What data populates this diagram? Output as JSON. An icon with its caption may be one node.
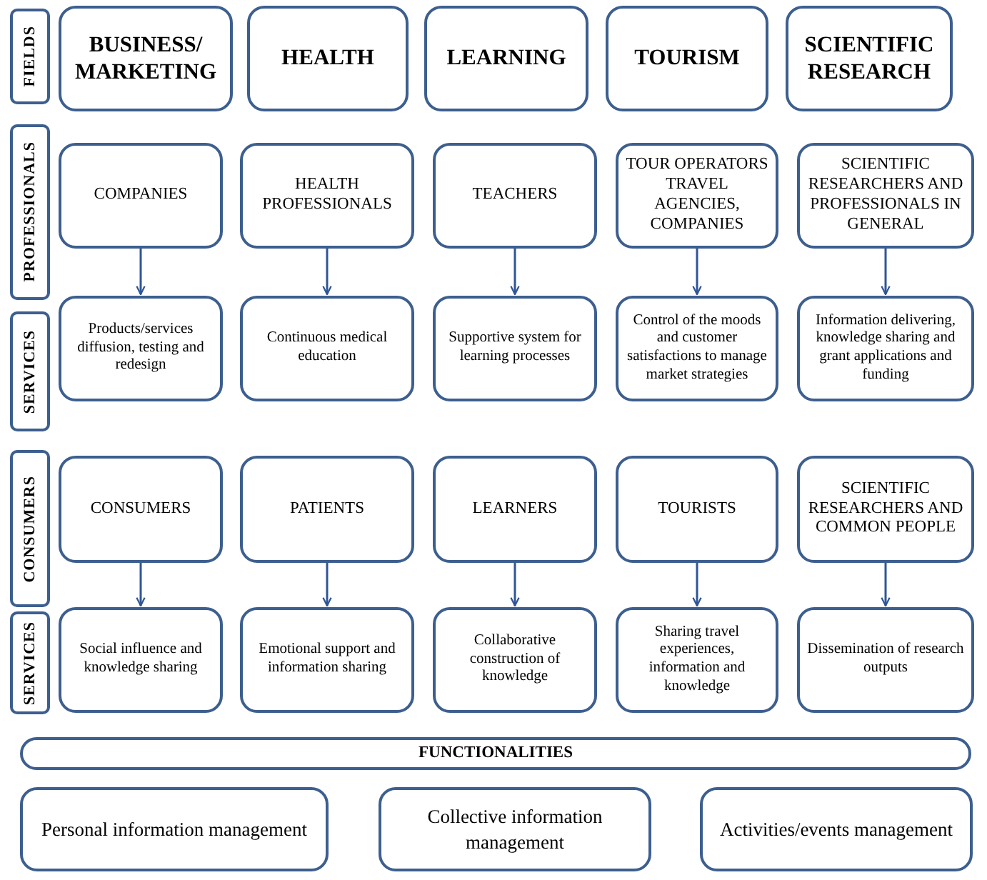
{
  "diagram": {
    "nodes": [
      {
        "text": [
          "FIELDS"
        ]
      },
      {
        "text": [
          "BUSINESS/ MARKETING"
        ]
      },
      {
        "text": [
          "HEALTH"
        ]
      },
      {
        "text": [
          "LEARNING"
        ]
      },
      {
        "text": [
          "TOURISM"
        ]
      },
      {
        "text": [
          "SCIENTIFIC RESEARCH"
        ]
      },
      {
        "text": [
          "PROFESSIONALS"
        ]
      },
      {
        "text": [
          "COMPANIES"
        ]
      },
      {
        "text": [
          "HEALTH PROFESSIONALS"
        ]
      },
      {
        "text": [
          "TEACHERS"
        ]
      },
      {
        "text": [
          "TOUR OPERATORS TRAVEL AGENCIES, COMPANIES"
        ]
      },
      {
        "text": [
          "SCIENTIFIC RESEARCHERS AND PROFESSIONALS IN GENERAL"
        ]
      },
      {
        "text": [
          "SERVICES"
        ]
      },
      {
        "text": [
          "Products/services diffusion, testing and redesign"
        ]
      },
      {
        "text": [
          "Continuous medical education"
        ]
      },
      {
        "text": [
          "Supportive system for learning processes"
        ]
      },
      {
        "text": [
          "Control of the moods and customer satisfactions to manage market strategies"
        ]
      },
      {
        "text": [
          "Information delivering, knowledge sharing and grant applications and funding"
        ]
      },
      {
        "text": [
          "CONSUMERS"
        ]
      },
      {
        "text": [
          "CONSUMERS"
        ]
      },
      {
        "text": [
          "PATIENTS"
        ]
      },
      {
        "text": [
          "LEARNERS"
        ]
      },
      {
        "text": [
          "TOURISTS"
        ]
      },
      {
        "text": [
          "SCIENTIFIC RESEARCHERS AND COMMON PEOPLE"
        ]
      },
      {
        "text": [
          "SERVICES"
        ]
      },
      {
        "text": [
          "Social influence and knowledge sharing"
        ]
      },
      {
        "text": [
          "Emotional support and information sharing"
        ]
      },
      {
        "text": [
          "Collaborative construction of knowledge"
        ]
      },
      {
        "text": [
          "Sharing travel experiences, information and knowledge"
        ]
      },
      {
        "text": [
          "Dissemination of research outputs"
        ]
      },
      {
        "text": [
          "FUNCTIONALITIES"
        ]
      },
      {
        "text": [
          "Personal information management"
        ]
      },
      {
        "text": [
          "Collective information management"
        ]
      },
      {
        "text": [
          "Activities/events management"
        ]
      }
    ],
    "edges": [
      {
        "from": 7,
        "to": 13,
        "arrow": "to"
      },
      {
        "from": 8,
        "to": 14,
        "arrow": "to"
      },
      {
        "from": 9,
        "to": 15,
        "arrow": "to"
      },
      {
        "from": 10,
        "to": 16,
        "arrow": "to"
      },
      {
        "from": 11,
        "to": 17,
        "arrow": "to"
      },
      {
        "from": 19,
        "to": 25,
        "arrow": "to"
      },
      {
        "from": 20,
        "to": 26,
        "arrow": "to"
      },
      {
        "from": 21,
        "to": 27,
        "arrow": "to"
      },
      {
        "from": 22,
        "to": 28,
        "arrow": "to"
      },
      {
        "from": 23,
        "to": 29,
        "arrow": "to"
      }
    ]
  }
}
